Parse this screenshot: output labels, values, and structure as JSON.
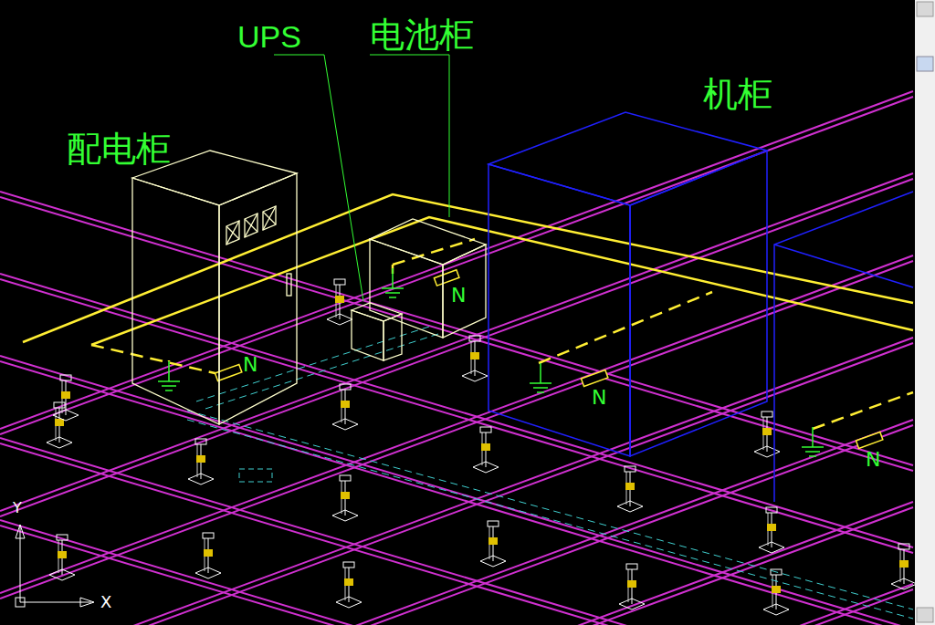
{
  "diagram": {
    "nodes": [
      {
        "text": [
          "配电柜"
        ]
      },
      {
        "text": [
          "UPS"
        ]
      },
      {
        "text": [
          "电池柜"
        ]
      },
      {
        "text": [
          "机柜"
        ]
      }
    ],
    "labels": [
      "N",
      "N",
      "N",
      "N",
      "Y",
      "X"
    ]
  }
}
